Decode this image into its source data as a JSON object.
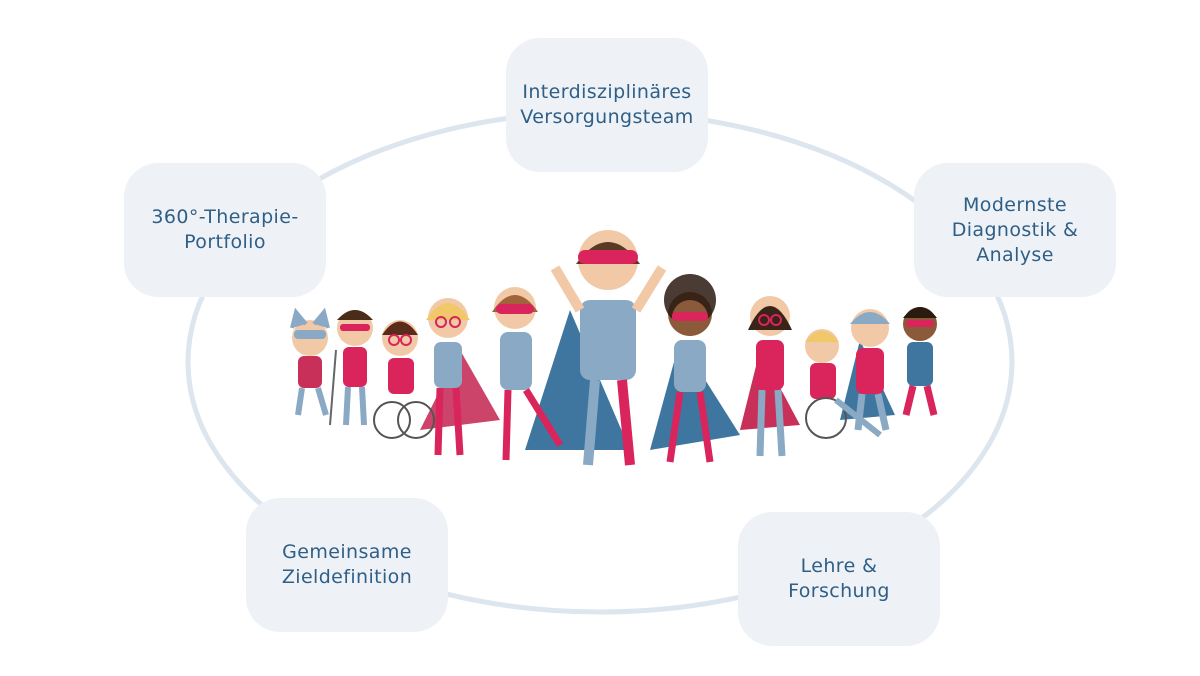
{
  "diagram": {
    "nodes": [
      {
        "id": "top",
        "lines": [
          "Interdisziplinäres",
          "Versorgungsteam"
        ]
      },
      {
        "id": "left",
        "lines": [
          "360°-Therapie-",
          "Portfolio"
        ]
      },
      {
        "id": "right",
        "lines": [
          "Modernste",
          "Diagnostik &",
          "Analyse"
        ]
      },
      {
        "id": "bl",
        "lines": [
          "Gemeinsame",
          "Zieldefinition"
        ]
      },
      {
        "id": "br",
        "lines": [
          "Lehre & Forschung"
        ]
      }
    ],
    "illustration": {
      "description_icon": "superhero-team-illustration-icon"
    }
  },
  "colors": {
    "ring": "#dde5ee",
    "node_bg": "#eef2f7",
    "node_text": "#2f5f86",
    "mask": "#d9245c",
    "cape_red": "#c8305a",
    "cape_blue": "#3f76a0",
    "suit_blue": "#8aa9c4"
  }
}
